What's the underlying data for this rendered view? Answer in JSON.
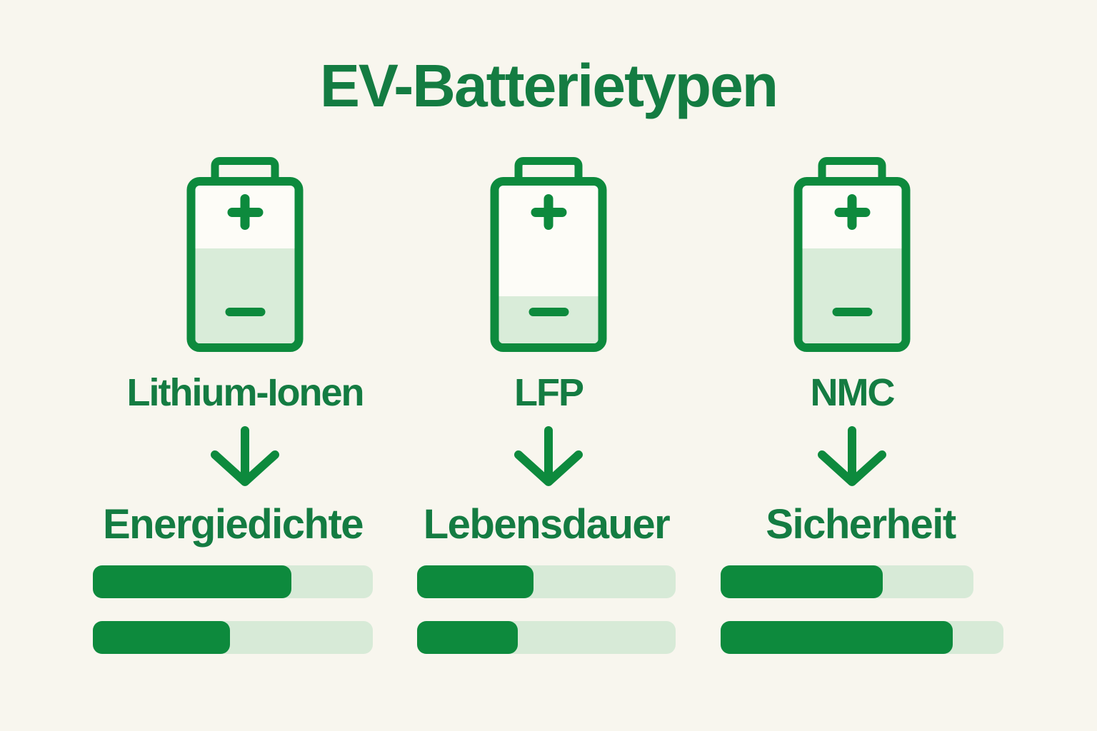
{
  "title": "EV-Batterietypen",
  "colors": {
    "green_primary": "#0d8a3d",
    "green_text": "#147c42",
    "green_light": "#d9ecd9",
    "background": "#f8f6ee"
  },
  "columns": [
    {
      "battery_type": "Lithium-Ionen",
      "battery_fill_percent": 60,
      "attribute": "Energiedichte",
      "bars": [
        {
          "percent": 71
        },
        {
          "percent": 49
        }
      ]
    },
    {
      "battery_type": "LFP",
      "battery_fill_percent": 30,
      "attribute": "Lebensdauer",
      "bars": [
        {
          "percent": 45
        },
        {
          "percent": 39
        }
      ]
    },
    {
      "battery_type": "NMC",
      "battery_fill_percent": 60,
      "attribute": "Sicherheit",
      "bars": [
        {
          "percent": 64
        },
        {
          "percent": 82
        }
      ]
    }
  ]
}
